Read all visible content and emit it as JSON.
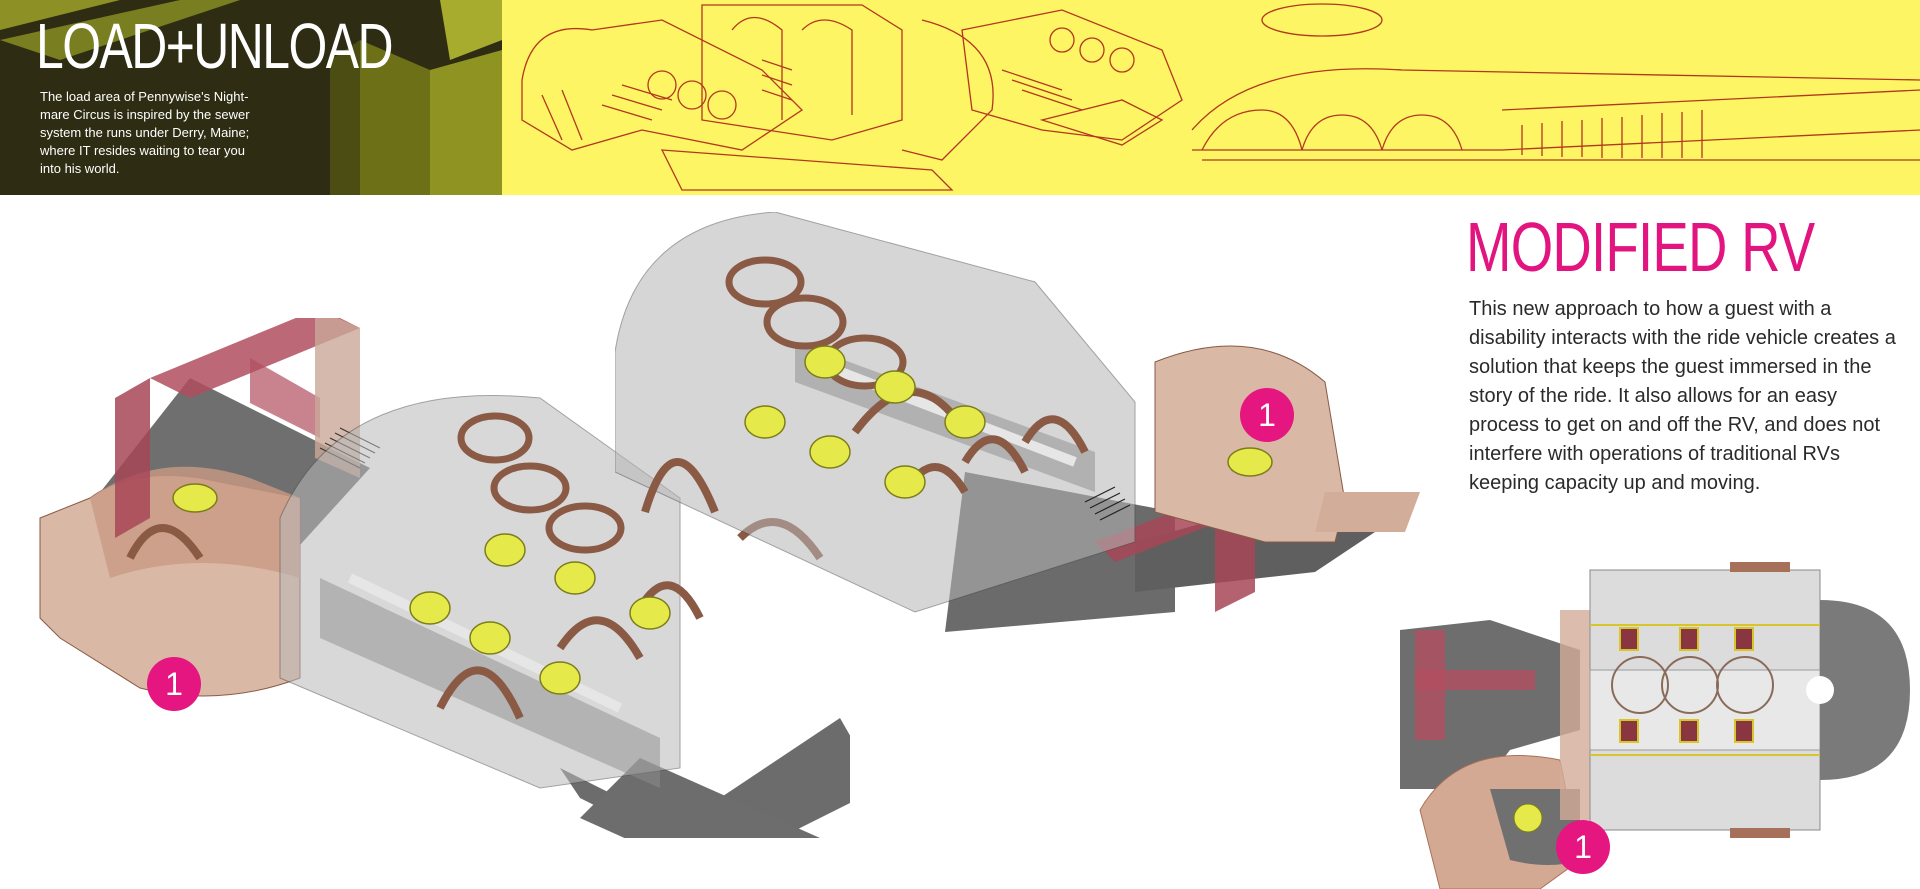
{
  "header": {
    "title": "LOAD+UNLOAD",
    "intro": "The load area of Pennywise's Night-mare Circus is inspired by the sewer system the runs under Derry, Maine; where IT resides waiting to tear you into his world."
  },
  "section": {
    "title": "MODIFIED RV",
    "description": "This new approach to how a guest with a disability interacts with the ride vehicle creates a solution that keeps the guest immersed in the story of the ride. It also allows for an easy process to get on and off the RV, and does not interfere with operations of traditional RVs keeping capacity up and moving."
  },
  "markers": {
    "left": "1",
    "center": "1",
    "plan": "1"
  },
  "colors": {
    "accent": "#e5167f",
    "band": "#fdf563",
    "vehicle": "#e6e94a",
    "brick": "#b7654f",
    "structure": "#a84757"
  }
}
